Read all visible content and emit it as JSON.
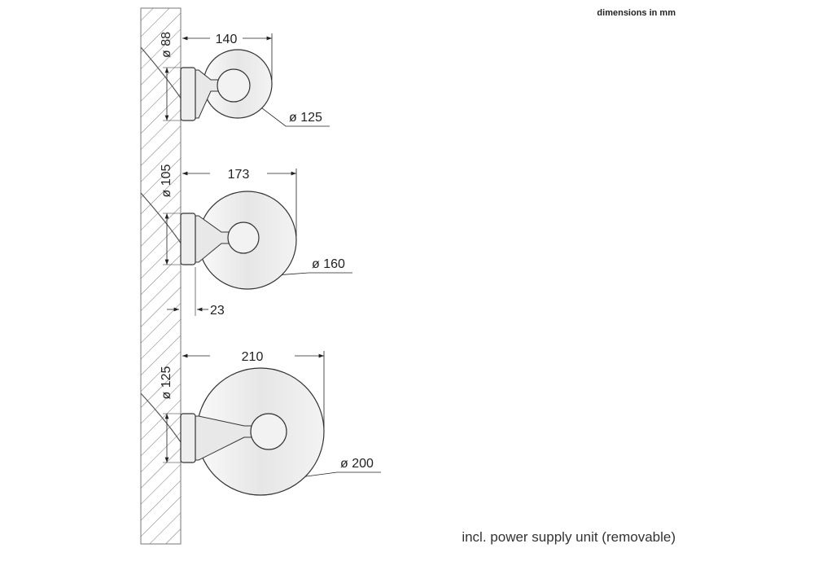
{
  "header": {
    "units_note": "dimensions in mm"
  },
  "footer": {
    "note": "incl. power supply unit (removable)"
  },
  "lamps": [
    {
      "projection": "140",
      "base_diameter": "ø 88",
      "globe_diameter": "ø 125"
    },
    {
      "projection": "173",
      "base_diameter": "ø 105",
      "globe_diameter": "ø 160",
      "base_depth": "23"
    },
    {
      "projection": "210",
      "base_diameter": "ø 125",
      "globe_diameter": "ø 200"
    }
  ]
}
